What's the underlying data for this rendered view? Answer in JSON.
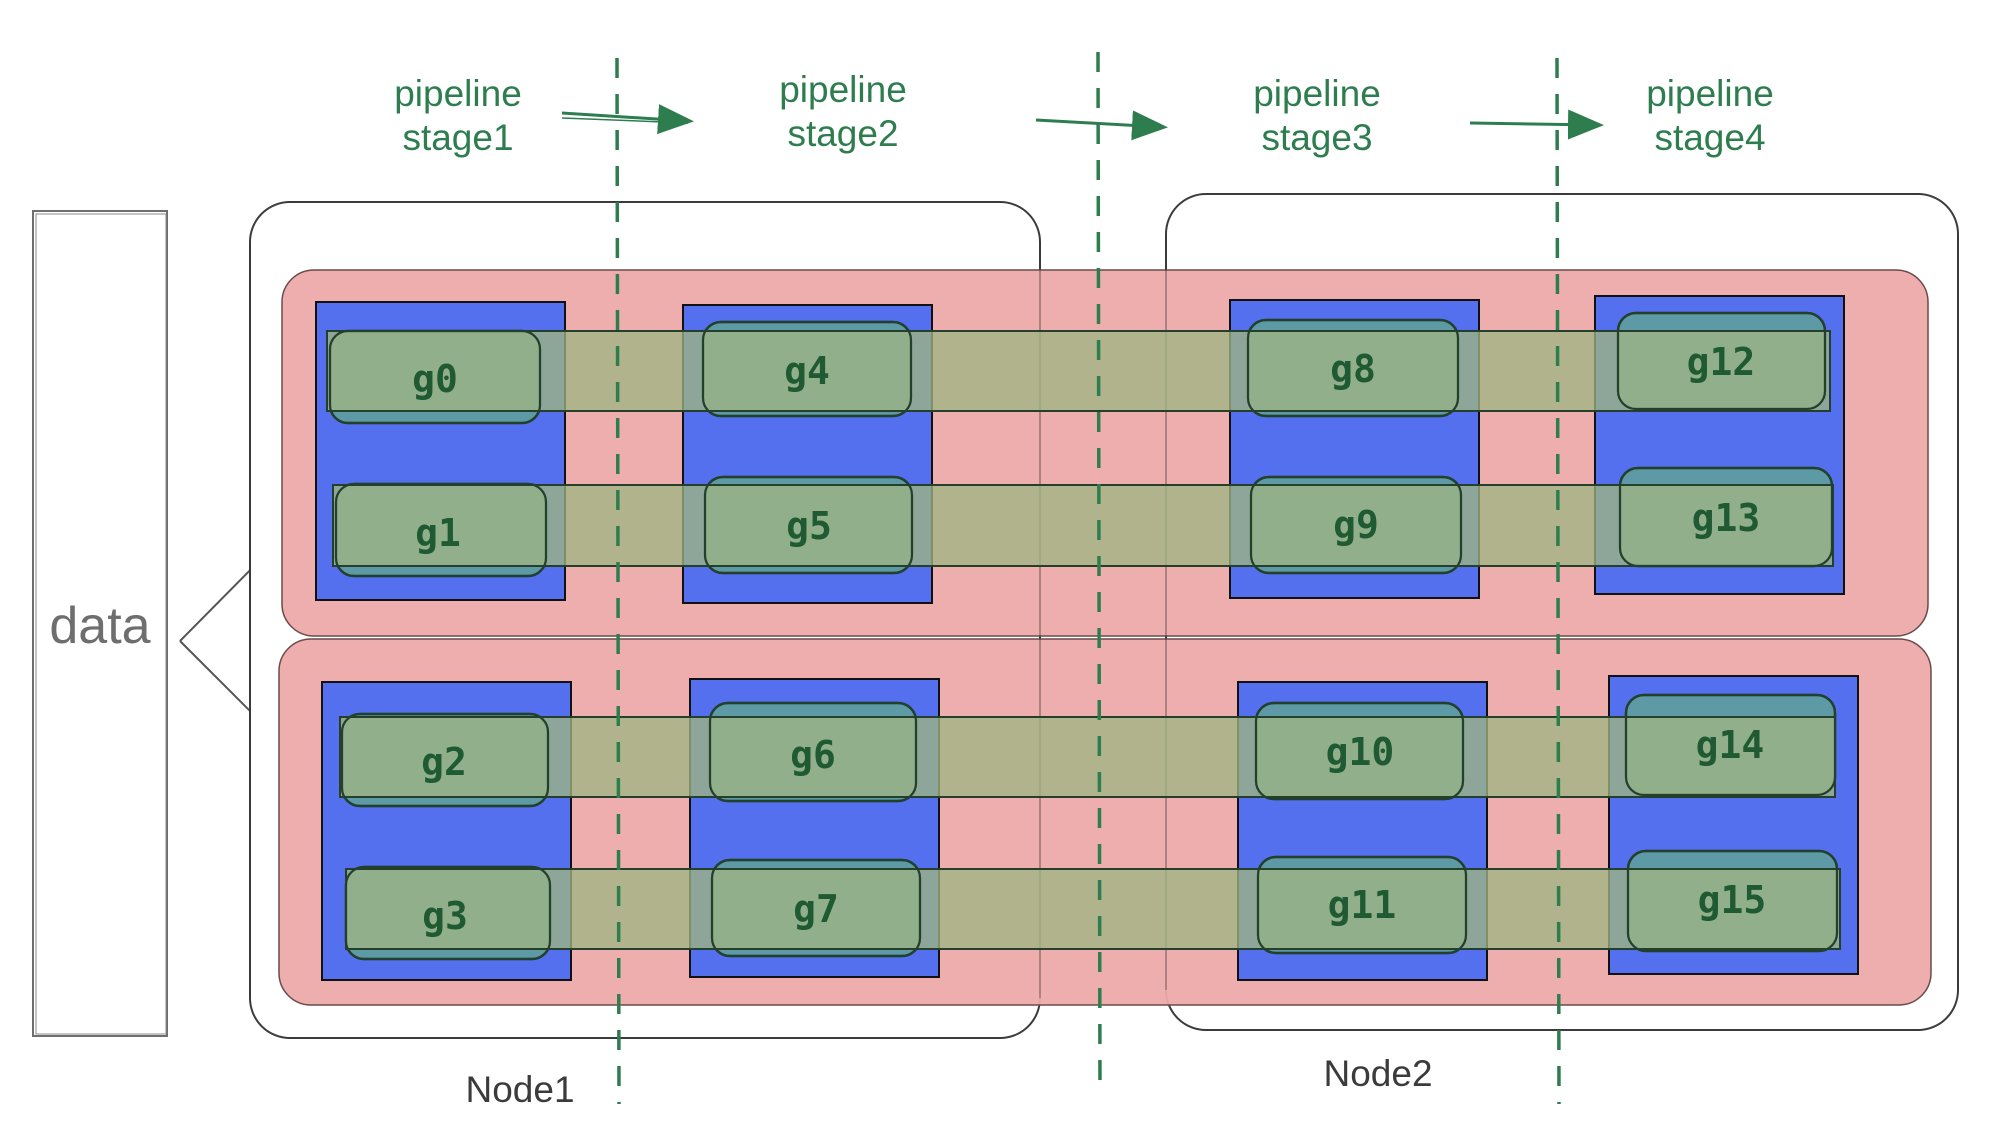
{
  "stages": [
    {
      "line1": "pipeline",
      "line2": "stage1"
    },
    {
      "line1": "pipeline",
      "line2": "stage2"
    },
    {
      "line1": "pipeline",
      "line2": "stage3"
    },
    {
      "line1": "pipeline",
      "line2": "stage4"
    }
  ],
  "data_label": "data",
  "nodes": [
    {
      "label": "Node1"
    },
    {
      "label": "Node2"
    }
  ],
  "gpus": [
    "g0",
    "g1",
    "g2",
    "g3",
    "g4",
    "g5",
    "g6",
    "g7",
    "g8",
    "g9",
    "g10",
    "g11",
    "g12",
    "g13",
    "g14",
    "g15"
  ],
  "colors": {
    "stage_text": "#2e7d4f",
    "data_parallel_group": "#eeaaaa",
    "stage_block": "#5470ee",
    "pipeline_group": "#9fb583",
    "gpu_box": "#5e9aa6"
  }
}
